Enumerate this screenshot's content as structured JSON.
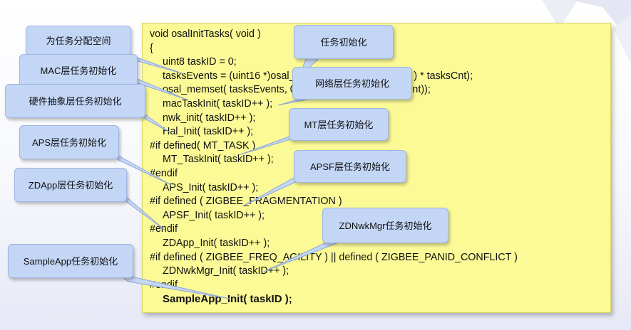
{
  "code_lines": [
    "void osalInitTasks( void )",
    "{",
    "  uint8 taskID = 0;",
    "  tasksEvents = (uint16 *)osal_mem_alloc( sizeof( uint16 ) * tasksCnt);",
    "  osal_memset( tasksEvents, 0, (sizeof( uint16 ) * tasksCnt));",
    "  macTaskInit( taskID++ );",
    "  nwk_init( taskID++ );",
    "  Hal_Init( taskID++ );",
    "#if defined( MT_TASK )",
    "  MT_TaskInit( taskID++ );",
    "#endif",
    "  APS_Init( taskID++ );",
    "#if defined ( ZIGBEE_FRAGMENTATION )",
    "  APSF_Init( taskID++ );",
    "#endif",
    "  ZDApp_Init( taskID++ );",
    "#if defined ( ZIGBEE_FREQ_AGILITY ) || defined ( ZIGBEE_PANID_CONFLICT )",
    "  ZDNwkMgr_Init( taskID++ );",
    "#endif",
    "  SampleApp_Init( taskID );"
  ],
  "callouts": {
    "alloc": "为任务分配空间",
    "mac": "MAC层任务初始化",
    "hal": "硬件抽象层任务初始化",
    "aps": "APS层任务初始化",
    "zdapp": "ZDApp层任务初始化",
    "sampleapp": "SampleApp任务初始化",
    "task": "任务初始化",
    "nwk": "网络层任务初始化",
    "mt": "MT层任务初始化",
    "apsf": "APSF层任务初始化",
    "zdnwkmgr": "ZDNwkMgr任务初始化"
  }
}
